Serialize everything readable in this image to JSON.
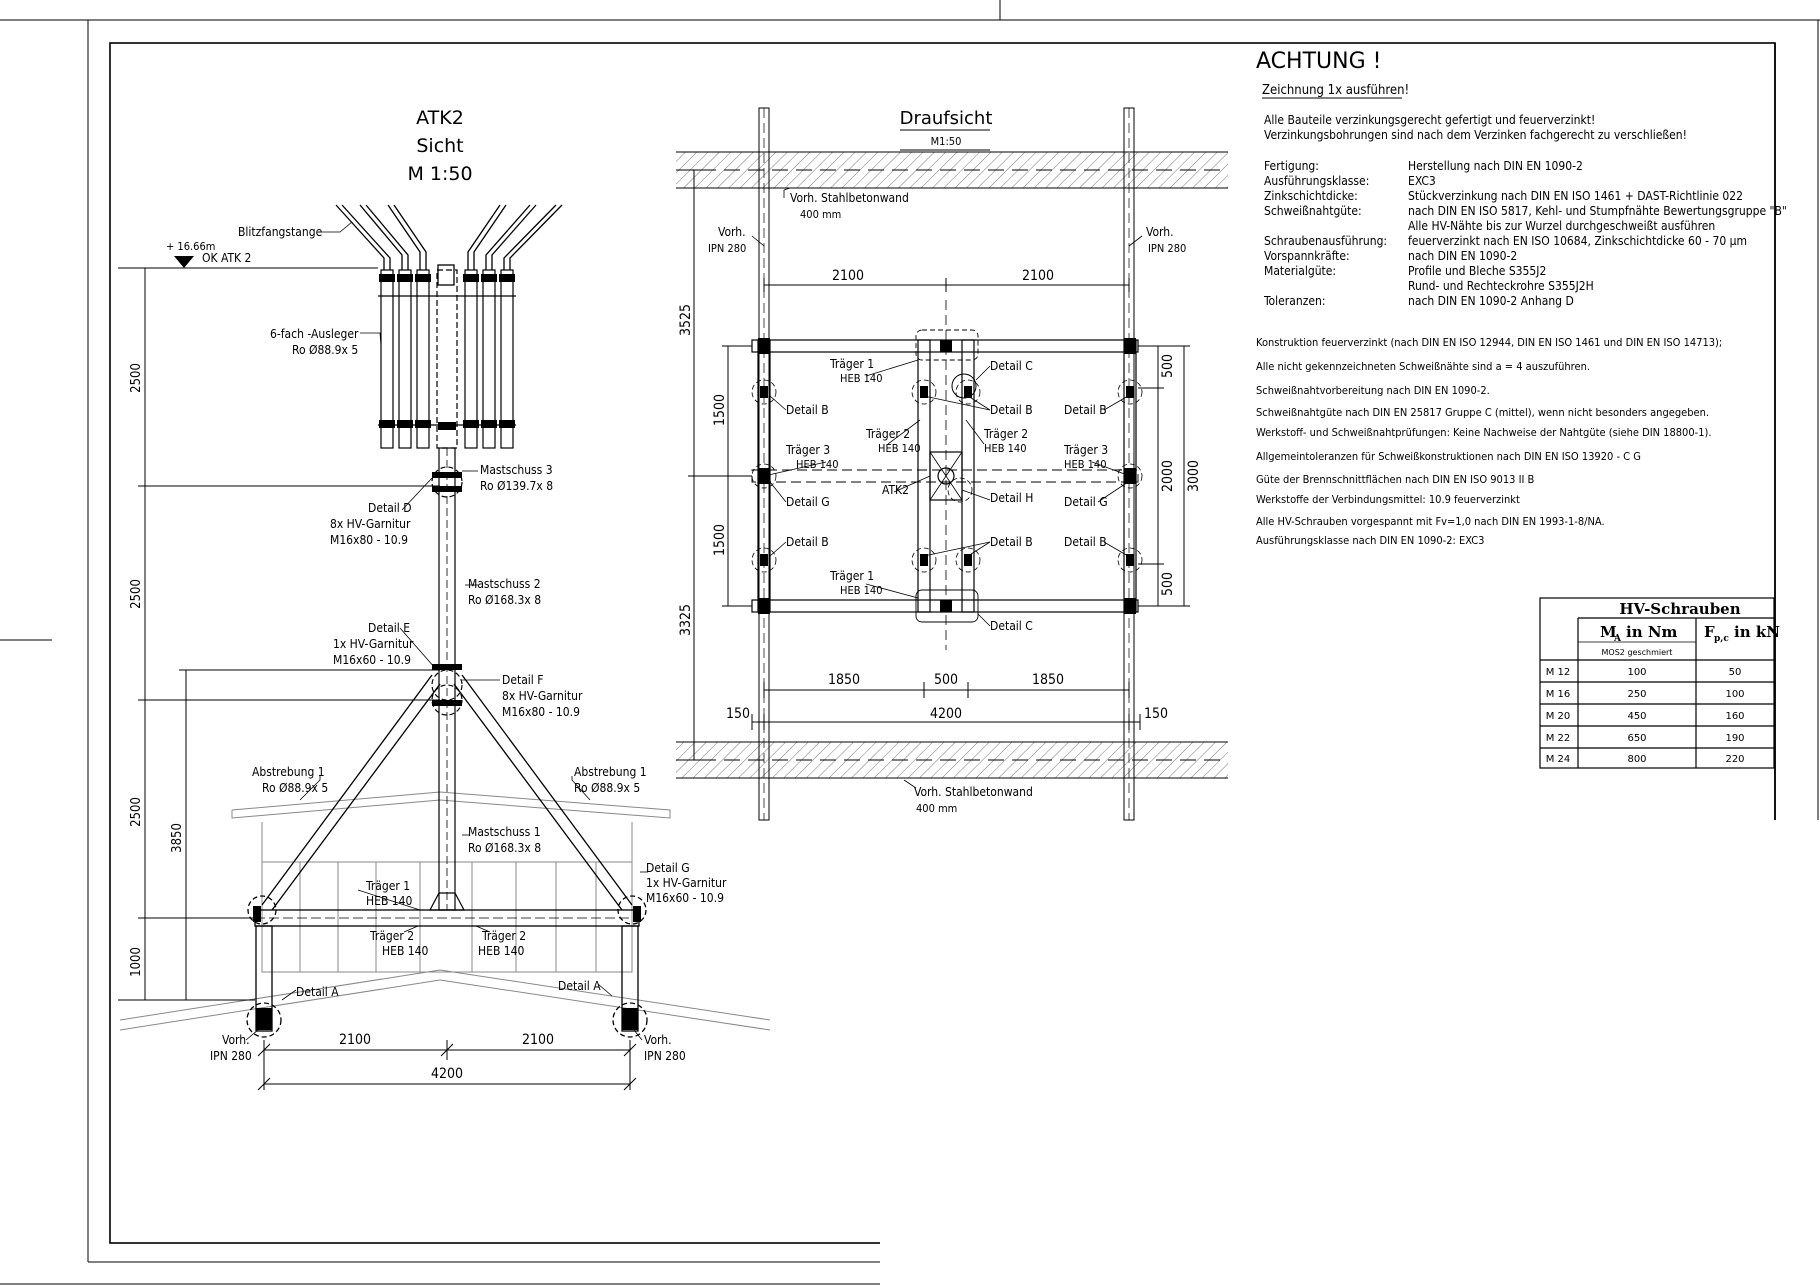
{
  "side_view": {
    "title": "ATK2",
    "subtitle": "Sicht",
    "scale": "M 1:50",
    "elevation": "+ 16.66m",
    "ok_label": "OK ATK 2",
    "blitz": "Blitzfangstange",
    "ausleger_name": "6-fach -Ausleger",
    "ausleger_spec": "Ro Ø88.9x 5",
    "mast3_name": "Mastschuss 3",
    "mast3_spec": "Ro Ø139.7x 8",
    "detail_d": "Detail D",
    "detail_d_l2": "8x HV-Garnitur",
    "detail_d_l3": "M16x80 - 10.9",
    "mast2_name": "Mastschuss 2",
    "mast2_spec": "Ro Ø168.3x 8",
    "detail_e": "Detail E",
    "detail_e_l2": "1x HV-Garnitur",
    "detail_e_l3": "M16x60 - 10.9",
    "detail_f": "Detail F",
    "detail_f_l2": "8x HV-Garnitur",
    "detail_f_l3": "M16x80 - 10.9",
    "abstrebung_left": "Abstrebung 1",
    "abstrebung_left_spec": "Ro Ø88.9x 5",
    "abstrebung_right": "Abstrebung 1",
    "abstrebung_right_spec": "Ro Ø88.9x 5",
    "mast1_name": "Mastschuss 1",
    "mast1_spec": "Ro Ø168.3x 8",
    "detail_g": "Detail G",
    "detail_g_l2": "1x HV-Garnitur",
    "detail_g_l3": "M16x60 - 10.9",
    "traeger1": "Träger 1",
    "traeger1_spec": "HEB 140",
    "traeger2_left": "Träger 2",
    "traeger2_left_spec": "HEB 140",
    "traeger2_right": "Träger 2",
    "traeger2_right_spec": "HEB 140",
    "detail_a_left": "Detail A",
    "detail_a_right": "Detail A",
    "vorh_left": "Vorh.",
    "vorh_left_spec": "IPN 280",
    "vorh_right": "Vorh.",
    "vorh_right_spec": "IPN 280",
    "dim_2500_a": "2500",
    "dim_2500_b": "2500",
    "dim_2500_c": "2500",
    "dim_1000": "1000",
    "dim_3850": "3850",
    "dim_2100_a": "2100",
    "dim_2100_b": "2100",
    "dim_4200": "4200"
  },
  "plan_view": {
    "title": "Draufsicht",
    "scale": "M1:50",
    "wall_top": "Vorh. Stahlbetonwand",
    "wall_top_thk": "400 mm",
    "wall_bottom": "Vorh. Stahlbetonwand",
    "wall_bottom_thk": "400 mm",
    "vorh_left": "Vorh.",
    "vorh_left_spec": "IPN 280",
    "vorh_right": "Vorh.",
    "vorh_right_spec": "IPN 280",
    "dim_2100_a": "2100",
    "dim_2100_b": "2100",
    "dim_3525": "3525",
    "dim_3325": "3325",
    "dim_1500_a": "1500",
    "dim_1500_b": "1500",
    "dim_500_top": "500",
    "dim_500_bottom": "500",
    "dim_2000": "2000",
    "dim_3000": "3000",
    "dim_1850_a": "1850",
    "dim_500_mid": "500",
    "dim_1850_b": "1850",
    "dim_150_a": "150",
    "dim_4200": "4200",
    "dim_150_b": "150",
    "traeger1_top": "Träger 1",
    "traeger1_top_spec": "HEB 140",
    "traeger2_left": "Träger 2",
    "traeger2_left_spec": "HEB 140",
    "traeger2_right": "Träger 2",
    "traeger2_right_spec": "HEB 140",
    "traeger3_left": "Träger 3",
    "traeger3_left_spec": "HEB 140",
    "traeger3_right": "Träger 3",
    "traeger3_right_spec": "HEB 140",
    "traeger1_bottom": "Träger 1",
    "traeger1_bottom_spec": "HEB 140",
    "atk2": "ATK2",
    "detail_c_top": "Detail C",
    "detail_c_bottom": "Detail C",
    "detail_b_1": "Detail B",
    "detail_b_2": "Detail B",
    "detail_b_3": "Detail B",
    "detail_b_4": "Detail B",
    "detail_b_5": "Detail B",
    "detail_b_6": "Detail B",
    "detail_g_left": "Detail G",
    "detail_g_right": "Detail G",
    "detail_h": "Detail H"
  },
  "notes": {
    "achtung": "ACHTUNG !",
    "zeichnung": "Zeichnung 1x ausführen!",
    "intro1": "Alle Bauteile verzinkungsgerecht gefertigt und feuerverzinkt!",
    "intro2": "Verzinkungsbohrungen sind nach dem Verzinken fachgerecht zu verschließen!",
    "specs": [
      {
        "k": "Fertigung:",
        "v": "Herstellung nach DIN EN 1090-2"
      },
      {
        "k": "Ausführungsklasse:",
        "v": "EXC3"
      },
      {
        "k": "Zinkschichtdicke:",
        "v": "Stückverzinkung nach DIN EN ISO 1461 + DAST-Richtlinie 022"
      },
      {
        "k": "Schweißnahtgüte:",
        "v": "nach DIN EN ISO 5817, Kehl- und Stumpfnähte Bewertungsgruppe \"B\""
      },
      {
        "k": "",
        "v": "Alle HV-Nähte bis zur Wurzel durchgeschweißt ausführen"
      },
      {
        "k": "Schraubenausführung:",
        "v": "feuerverzinkt nach EN ISO 10684, Zinkschichtdicke 60 - 70 µm"
      },
      {
        "k": "Vorspannkräfte:",
        "v": "nach DIN EN 1090-2"
      },
      {
        "k": "Materialgüte:",
        "v": "Profile und Bleche S355J2"
      },
      {
        "k": "",
        "v": "Rund- und Rechteckrohre S355J2H"
      },
      {
        "k": "Toleranzen:",
        "v": "nach DIN EN 1090-2 Anhang D"
      }
    ],
    "list": [
      "Konstruktion feuerverzinkt (nach DIN EN ISO 12944, DIN EN ISO 1461 und DIN EN ISO 14713);",
      "Alle nicht gekennzeichneten Schweißnähte sind a = 4 auszuführen.",
      "Schweißnahtvorbereitung nach DIN EN 1090-2.",
      "Schweißnahtgüte nach DIN EN 25817 Gruppe C (mittel), wenn nicht besonders angegeben.",
      "Werkstoff- und Schweißnahtprüfungen: Keine Nachweise der Nahtgüte (siehe DIN 18800-1).",
      "Allgemeintoleranzen für Schweißkonstruktionen nach DIN EN ISO 13920 - C G",
      "Güte der Brennschnittflächen nach DIN EN ISO 9013 II B",
      "Werkstoffe der Verbindungsmittel: 10.9 feuerverzinkt",
      "Alle HV-Schrauben vorgespannt mit Fv=1,0 nach DIN EN 1993-1-8/NA.",
      "Ausführungsklasse nach DIN EN 1090-2: EXC3"
    ]
  },
  "bolt_table": {
    "title": "HV-Schrauben",
    "col_ma": "M",
    "col_ma_sub": "A",
    "col_ma_unit": "in Nm",
    "col_fp": "F",
    "col_fp_sub": "p,c",
    "col_fp_unit": "in kN",
    "mos2": "MOS2 geschmiert",
    "rows": [
      {
        "size": "M 12",
        "ma": "100",
        "fp": "50"
      },
      {
        "size": "M 16",
        "ma": "250",
        "fp": "100"
      },
      {
        "size": "M 20",
        "ma": "450",
        "fp": "160"
      },
      {
        "size": "M 22",
        "ma": "650",
        "fp": "190"
      },
      {
        "size": "M 24",
        "ma": "800",
        "fp": "220"
      }
    ]
  }
}
